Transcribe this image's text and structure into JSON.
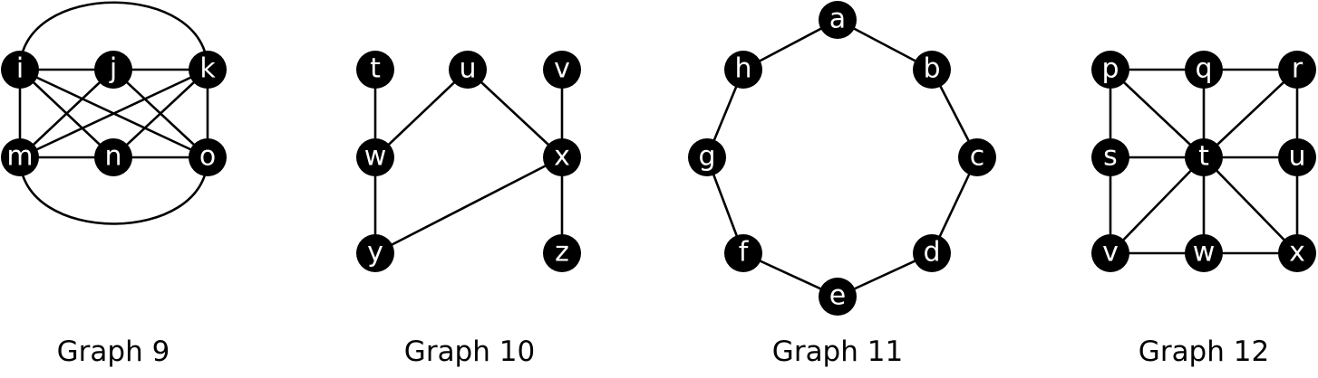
{
  "colors": {
    "node_fill": "#000000",
    "node_text": "#ffffff",
    "edge": "#000000",
    "background": "#ffffff"
  },
  "graphs": [
    {
      "title": "Graph 9",
      "nodes": [
        "i",
        "j",
        "k",
        "m",
        "n",
        "o"
      ],
      "edges": [
        [
          "i",
          "j"
        ],
        [
          "j",
          "k"
        ],
        [
          "m",
          "n"
        ],
        [
          "n",
          "o"
        ],
        [
          "i",
          "m"
        ],
        [
          "k",
          "o"
        ],
        [
          "i",
          "n"
        ],
        [
          "i",
          "o"
        ],
        [
          "j",
          "m"
        ],
        [
          "j",
          "o"
        ],
        [
          "k",
          "m"
        ],
        [
          "k",
          "n"
        ],
        [
          "i",
          "k"
        ],
        [
          "m",
          "o"
        ]
      ]
    },
    {
      "title": "Graph 10",
      "nodes": [
        "t",
        "u",
        "v",
        "w",
        "x",
        "y",
        "z"
      ],
      "edges": [
        [
          "t",
          "w"
        ],
        [
          "w",
          "y"
        ],
        [
          "w",
          "u"
        ],
        [
          "u",
          "x"
        ],
        [
          "v",
          "x"
        ],
        [
          "x",
          "z"
        ],
        [
          "x",
          "y"
        ]
      ]
    },
    {
      "title": "Graph 11",
      "nodes": [
        "a",
        "b",
        "c",
        "d",
        "e",
        "f",
        "g",
        "h"
      ],
      "edges": [
        [
          "a",
          "b"
        ],
        [
          "b",
          "c"
        ],
        [
          "c",
          "d"
        ],
        [
          "d",
          "e"
        ],
        [
          "e",
          "f"
        ],
        [
          "f",
          "g"
        ],
        [
          "g",
          "h"
        ],
        [
          "h",
          "a"
        ]
      ]
    },
    {
      "title": "Graph 12",
      "nodes": [
        "p",
        "q",
        "r",
        "s",
        "t",
        "u",
        "v",
        "w",
        "x"
      ],
      "edges": [
        [
          "p",
          "q"
        ],
        [
          "q",
          "r"
        ],
        [
          "s",
          "t"
        ],
        [
          "t",
          "u"
        ],
        [
          "v",
          "w"
        ],
        [
          "w",
          "x"
        ],
        [
          "p",
          "s"
        ],
        [
          "s",
          "v"
        ],
        [
          "q",
          "t"
        ],
        [
          "t",
          "w"
        ],
        [
          "r",
          "u"
        ],
        [
          "u",
          "x"
        ],
        [
          "p",
          "t"
        ],
        [
          "r",
          "t"
        ],
        [
          "v",
          "t"
        ],
        [
          "x",
          "t"
        ]
      ]
    }
  ]
}
